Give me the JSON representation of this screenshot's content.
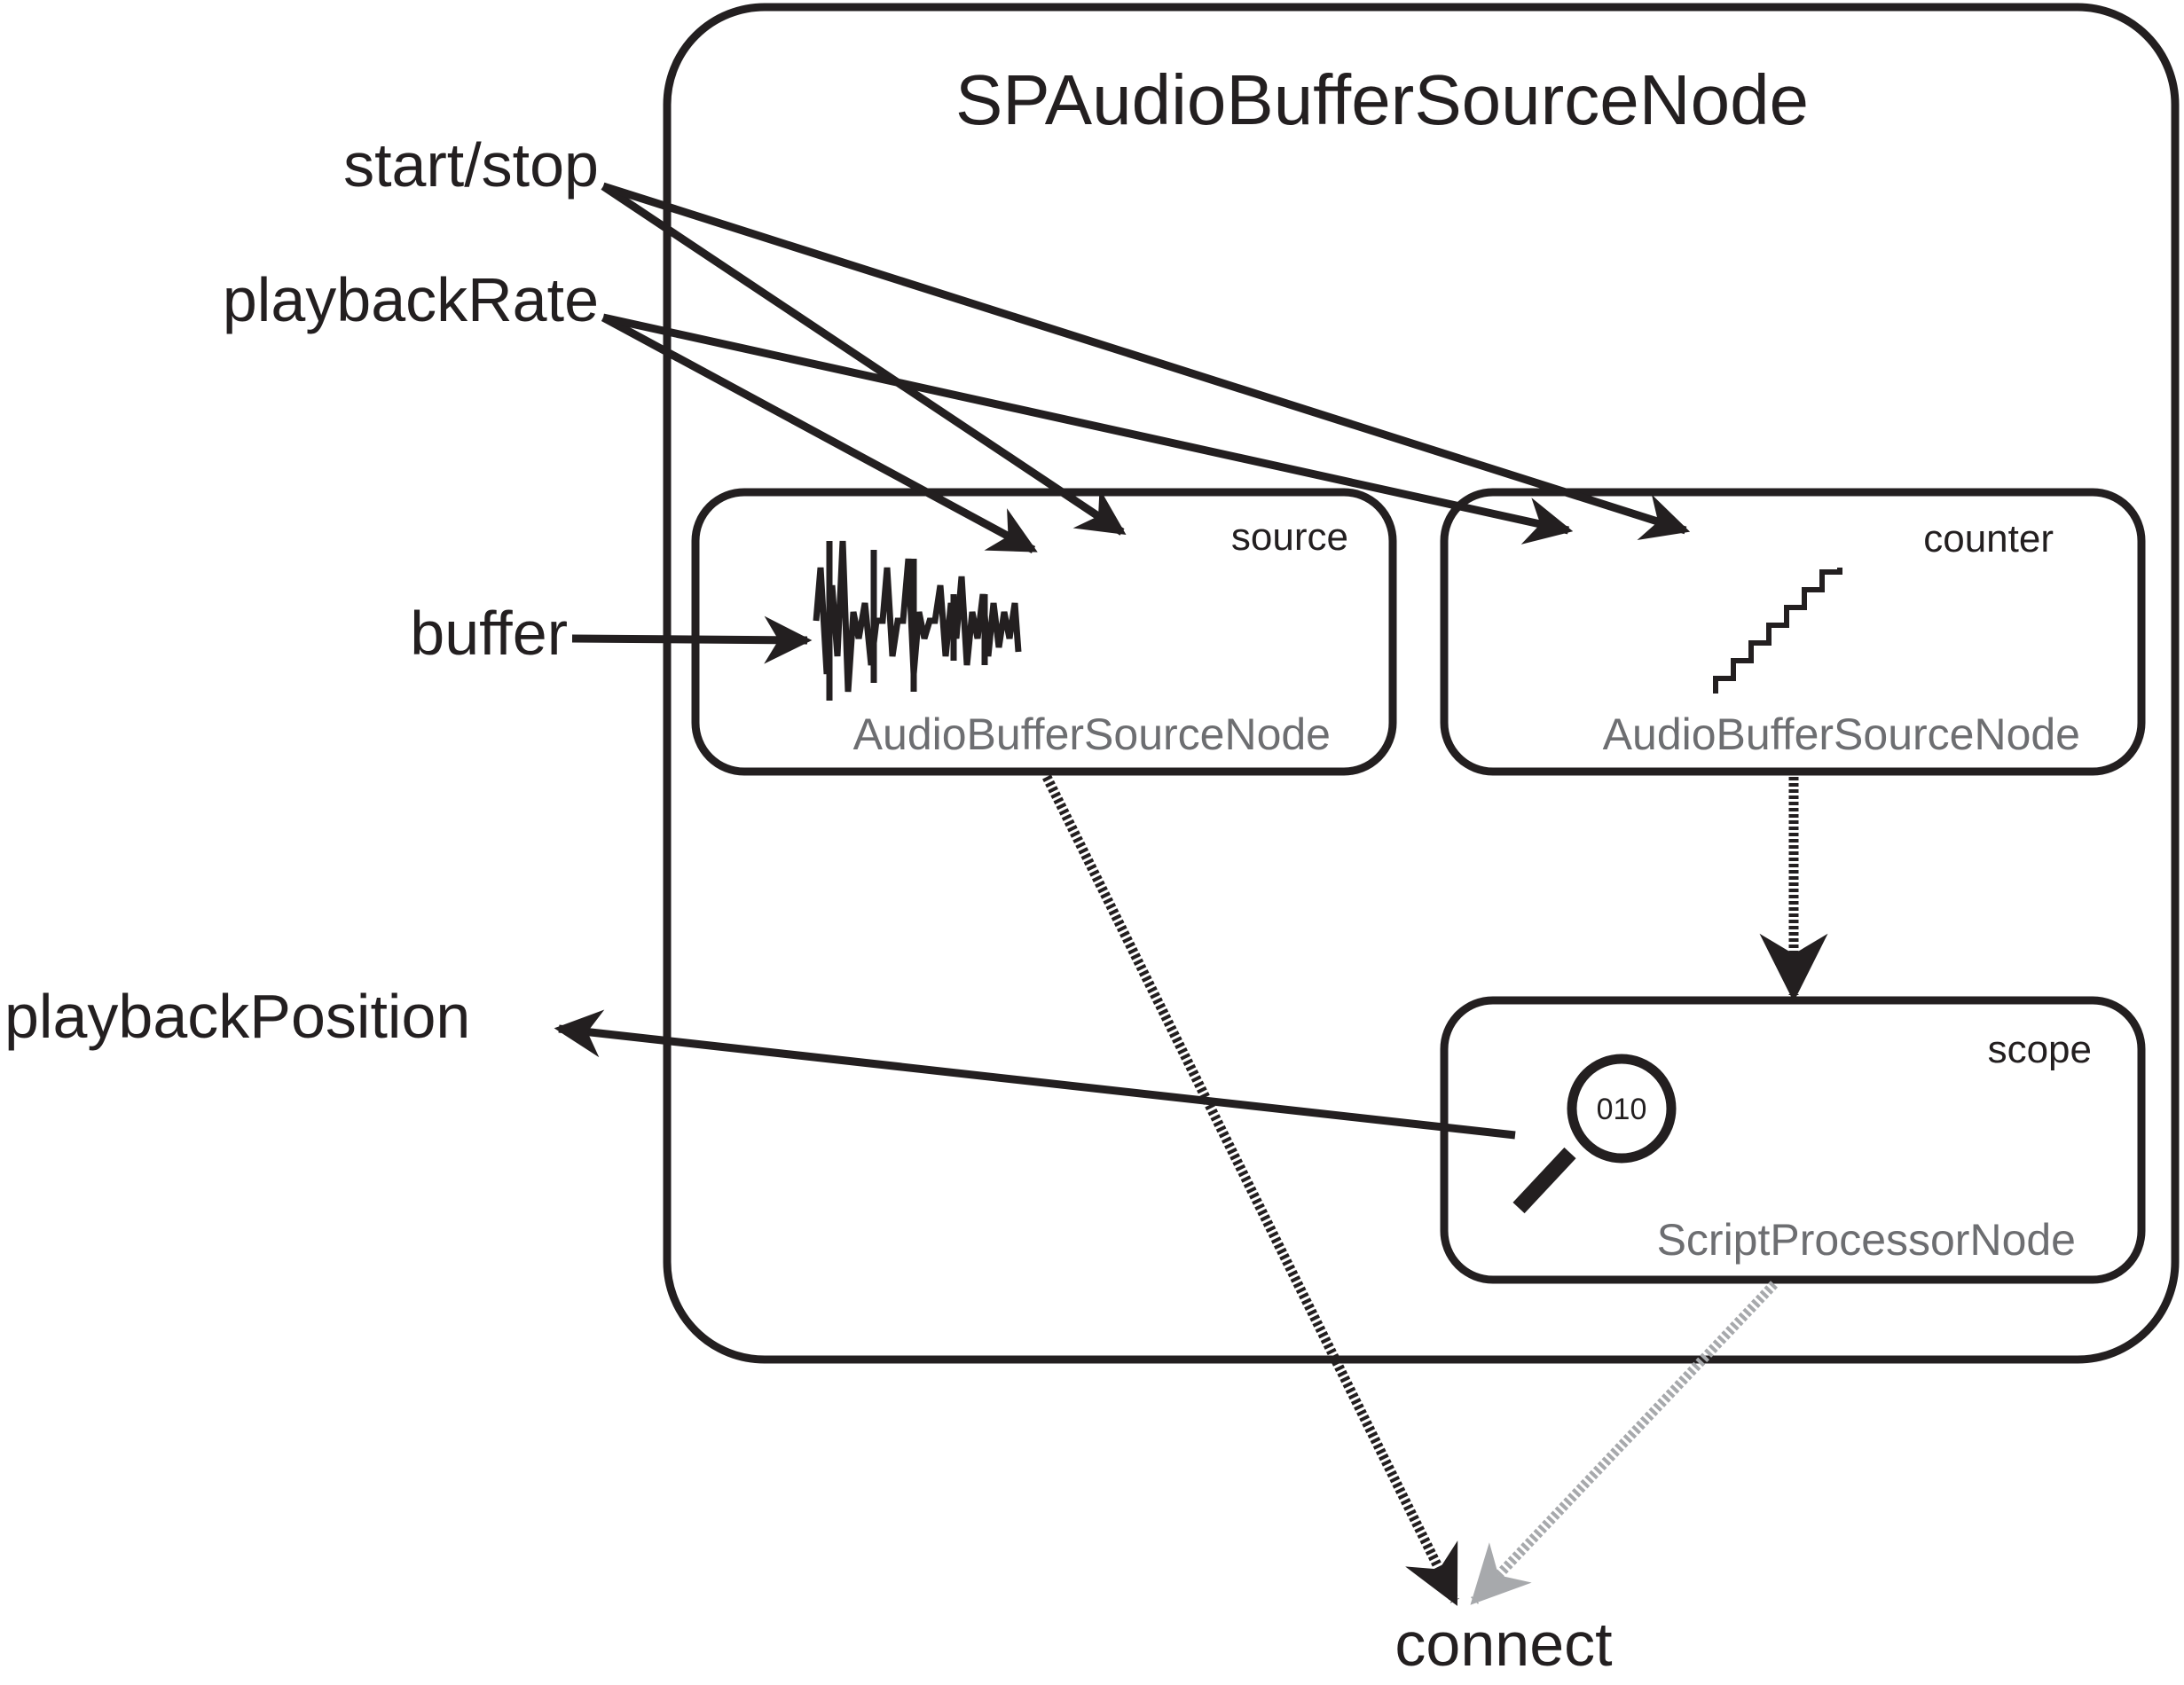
{
  "title": "SPAudioBufferSourceNode",
  "inputs": {
    "start_stop": "start/stop",
    "playback_rate": "playbackRate",
    "buffer": "buffer"
  },
  "output": {
    "playback_position": "playbackPosition",
    "connect": "connect"
  },
  "nodes": {
    "source": {
      "name": "source",
      "type": "AudioBufferSourceNode"
    },
    "counter": {
      "name": "counter",
      "type": "AudioBufferSourceNode"
    },
    "scope": {
      "name": "scope",
      "type": "ScriptProcessorNode",
      "readout": "010"
    }
  },
  "icons": {
    "source": "waveform-icon",
    "counter": "staircase-icon",
    "scope": "magnifier-icon"
  },
  "colors": {
    "stroke": "#231f20",
    "node_type_text": "#6d6e71",
    "scope_connection": "#a7a9ac"
  }
}
